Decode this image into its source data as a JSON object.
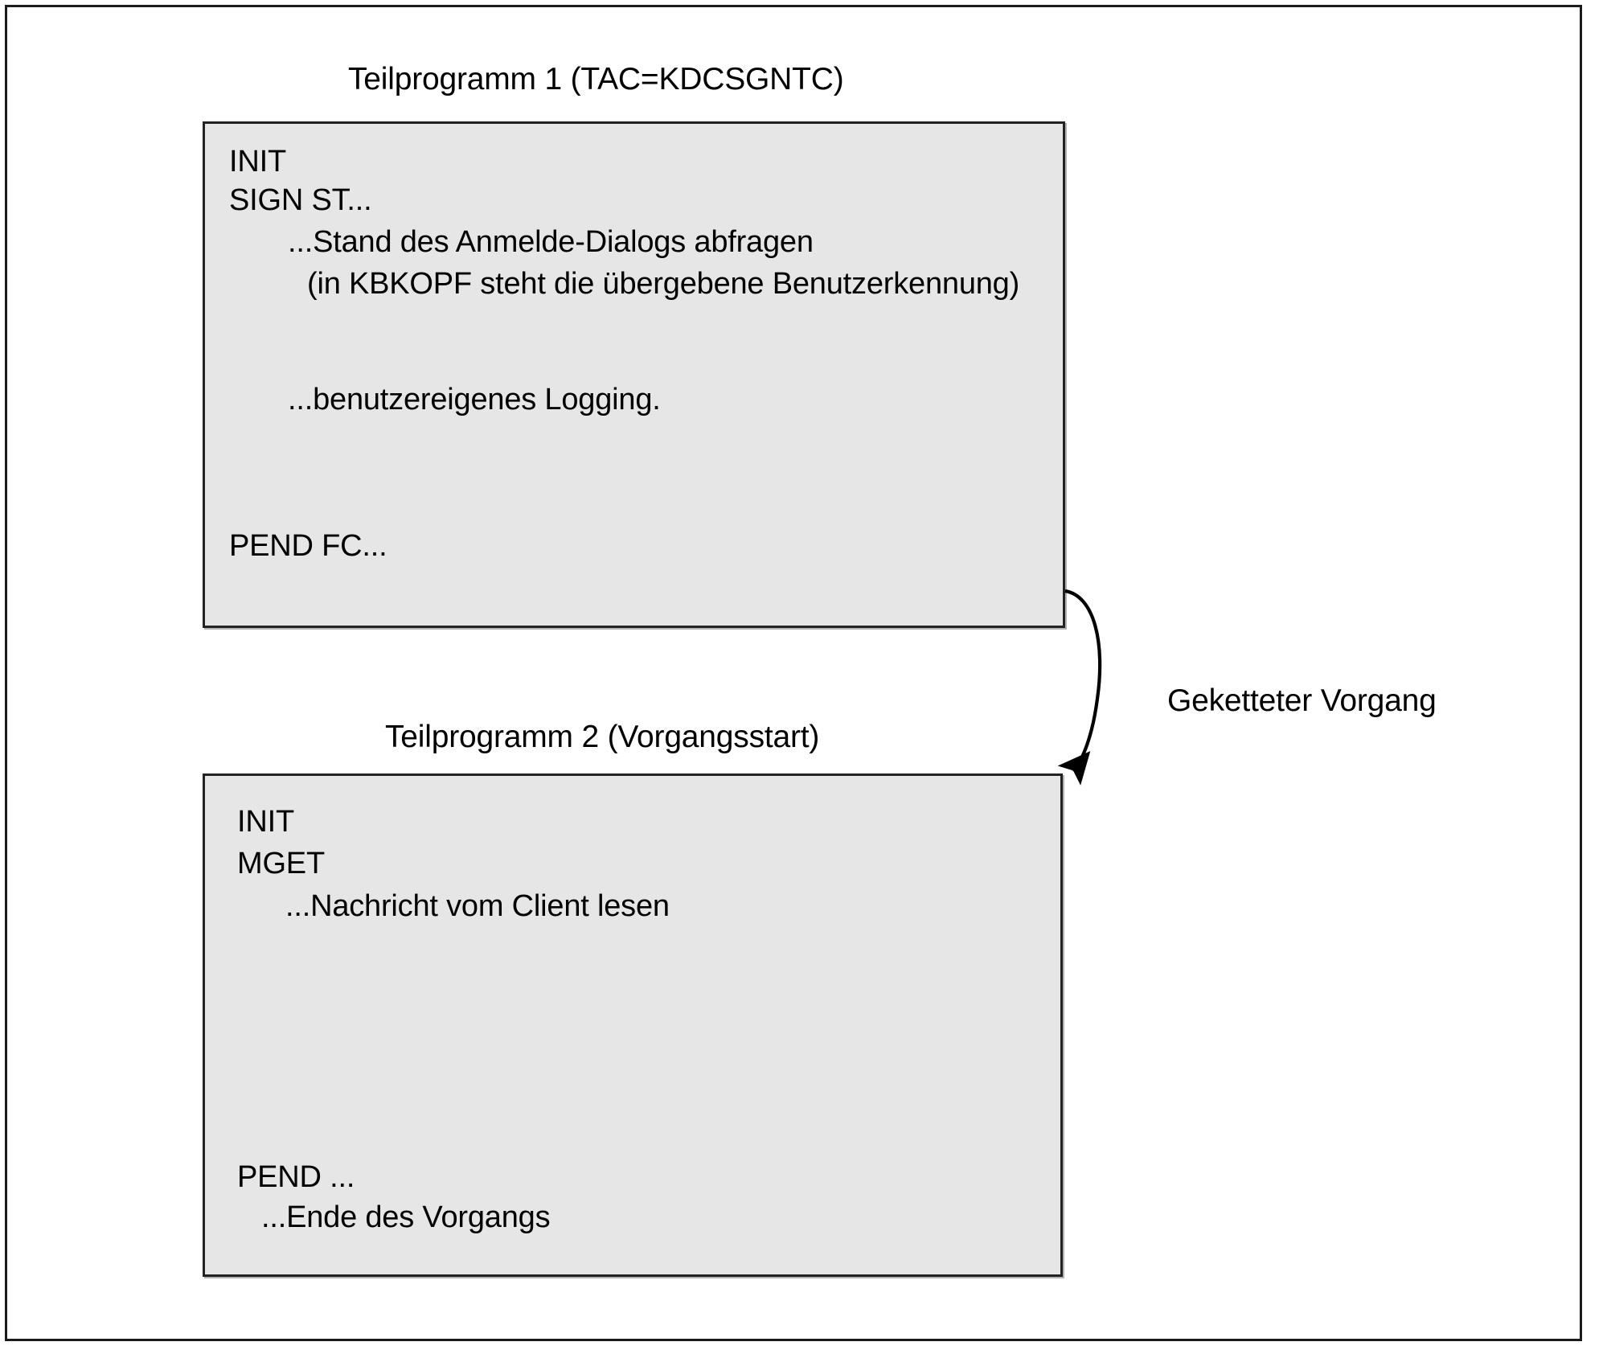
{
  "diagram": {
    "title_hidden": "",
    "boxes": [
      {
        "caption": "Teilprogramm 1 (TAC=KDCSGNTC)",
        "lines": [
          "INIT",
          "SIGN ST...",
          "...Stand des Anmelde-Dialogs abfragen",
          "(in KBKOPF steht die übergebene Benutzerkennung)",
          "...benutzereigenes Logging.",
          "PEND FC..."
        ]
      },
      {
        "caption": "Teilprogramm 2 (Vorgangsstart)",
        "lines": [
          "INIT",
          "MGET",
          "...Nachricht vom Client lesen",
          "PEND ...",
          "...Ende des Vorgangs"
        ]
      }
    ],
    "connector": {
      "label": "Geketteter Vorgang",
      "icon": "curved-arrow-icon"
    },
    "colors": {
      "box_fill": "#e6e6e6",
      "box_border": "#222222",
      "frame_border": "#1b1b1b",
      "text": "#000000",
      "page_background": "#ffffff"
    }
  }
}
